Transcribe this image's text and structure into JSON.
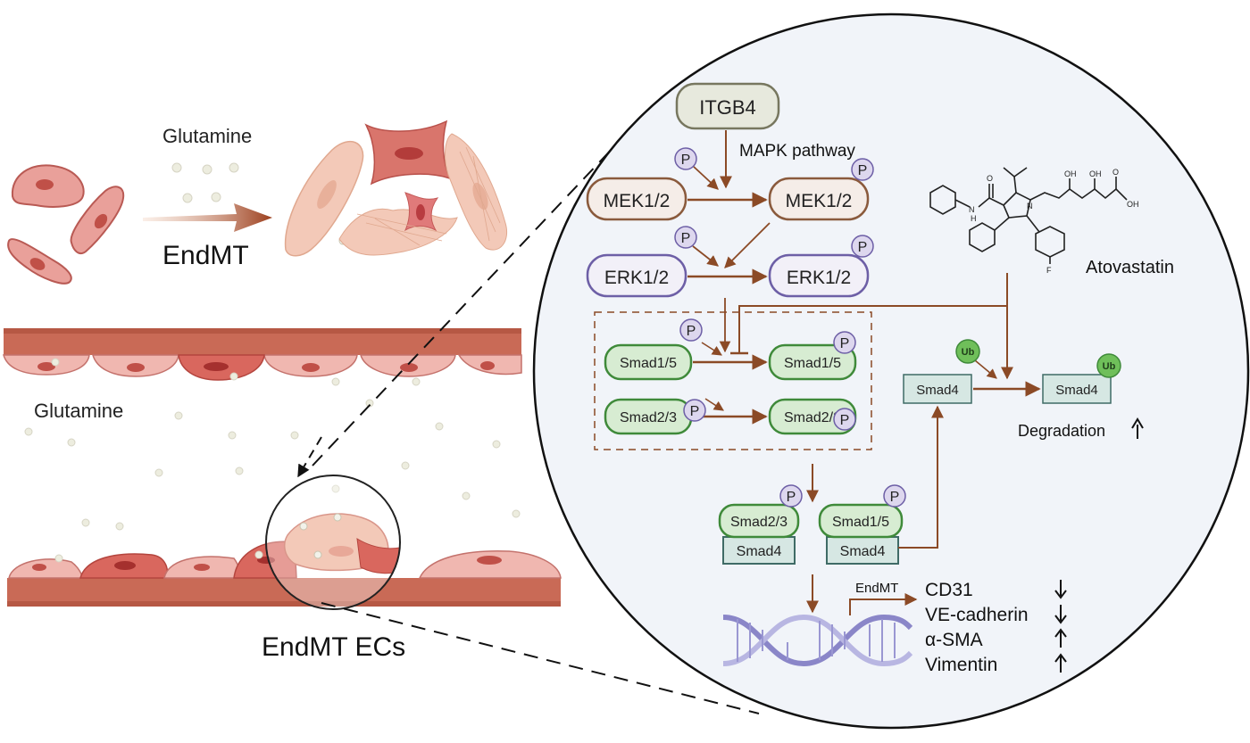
{
  "left": {
    "glutamine_top": "Glutamine",
    "endmt_arrow": "EndMT",
    "glutamine_vessel": "Glutamine",
    "endmt_ecs": "EndMT ECs"
  },
  "pathway": {
    "itgb4": "ITGB4",
    "mapk": "MAPK pathway",
    "mek_left": "MEK1/2",
    "mek_right": "MEK1/2",
    "erk_left": "ERK1/2",
    "erk_right": "ERK1/2",
    "smad15_left": "Smad1/5",
    "smad15_right": "Smad1/5",
    "smad23_left": "Smad2/3",
    "smad23_right": "Smad2/3",
    "complex1_top": "Smad2/3",
    "complex1_bottom": "Smad4",
    "complex2_top": "Smad1/5",
    "complex2_bottom": "Smad4",
    "smad4_left": "Smad4",
    "smad4_right": "Smad4",
    "degradation": "Degradation",
    "atovastatin": "Atovastatin",
    "endmt_small": "EndMT",
    "phospho": "P",
    "ubiquitin": "Ub"
  },
  "markers": [
    {
      "name": "CD31",
      "direction": "down"
    },
    {
      "name": "VE-cadherin",
      "direction": "down"
    },
    {
      "name": "α-SMA",
      "direction": "up"
    },
    {
      "name": "Vimentin",
      "direction": "up"
    }
  ],
  "molecule_labels": {
    "oh1": "OH",
    "oh2": "OH",
    "oh3": "OH",
    "o1": "O",
    "o2": "O",
    "nh": "N",
    "h": "H",
    "n": "N",
    "f": "F"
  },
  "colors": {
    "arrow": "#8b4a26",
    "circle_fill": "#f1f4f9",
    "mek_border": "#8a5a3c",
    "erk_border": "#6d5fa6",
    "smad_green_fill": "#d7ecd2",
    "smad_green_border": "#3f8a3a",
    "smad4_fill": "#d6e7e3",
    "itgb4_fill": "#e7e9dd",
    "phospho_fill": "#ddd7ee",
    "ub_fill": "#6fbf5a",
    "vessel": "#c96a56"
  }
}
